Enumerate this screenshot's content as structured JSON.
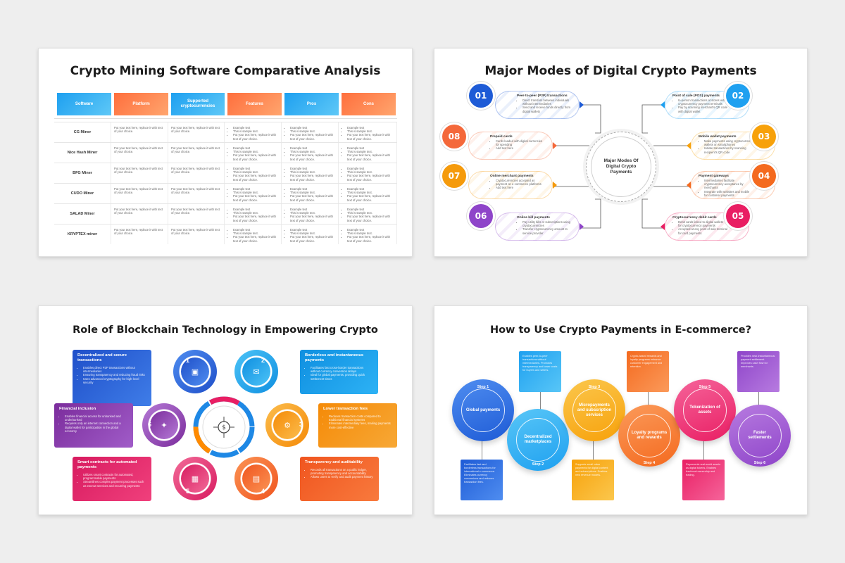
{
  "slide1": {
    "title": "Crypto Mining Software Comparative Analysis",
    "headers": [
      "Software",
      "Platform",
      "Supported cryptocurrencies",
      "Features",
      "Pros",
      "Cons"
    ],
    "placeholder": "Put your text here, replace it with text of your choice.",
    "bullets": [
      "Example text",
      "This is sample text.",
      "Put your text here, replace it with text of your choice."
    ],
    "rows": [
      "CG Miner",
      "Nice Hash Miner",
      "BFG Miner",
      "CUDO Miner",
      "SALAD Miner",
      "KRYPTEX miner"
    ]
  },
  "slide2": {
    "title": "Major Modes of Digital Crypto Payments",
    "center": "Major Modes Of Digital Crypto Payments",
    "modes": [
      {
        "num": "01",
        "head": "Peer-to-peer (P2P) transactions",
        "items": [
          "Direct transfers between individuals without intermediaries",
          "Send and receive funds directly from digital wallets"
        ]
      },
      {
        "num": "02",
        "head": "Point of sale (POS) payments",
        "items": [
          "In-person transactions at stores with cryptocurrency payment terminals",
          "Pay by scanning merchant's QR code with digital wallet"
        ]
      },
      {
        "num": "03",
        "head": "Mobile wallet payments",
        "items": [
          "Make payments using cryptocurrency wallets on smartphones",
          "Initiate transactions by scanning recipient's QR code"
        ]
      },
      {
        "num": "04",
        "head": "Payment gateways",
        "items": [
          "Intermediaries facilitate cryptocurrency acceptance by merchants",
          "Integrate with websites and mobile for customer payments"
        ]
      },
      {
        "num": "05",
        "head": "Cryptocurrency debit cards",
        "items": [
          "Debit cards linked to digital wallets for cryptocurrency payments",
          "Accepted at any point of sale terminal for card payments"
        ]
      },
      {
        "num": "06",
        "head": "Online bill payments",
        "items": [
          "Pay utility bills or subscriptions using cryptocurrencies",
          "Transfer cryptocurrency amount to service provider"
        ]
      },
      {
        "num": "07",
        "head": "Online merchant payments",
        "items": [
          "Cryptocurrencies accepted as payment on e-commerce platforms",
          "Add text here"
        ]
      },
      {
        "num": "08",
        "head": "Prepaid cards",
        "items": [
          "Cards loaded with digital currencies for spending",
          "Add text here"
        ]
      }
    ]
  },
  "slide3": {
    "title": "Role of Blockchain Technology in Empowering Crypto",
    "cards": [
      {
        "title": "Decentralized and secure transactions",
        "items": [
          "Enables direct P2P transactions without intermediaries",
          "Ensuring transparency and reducing fraud risks",
          "Uses advanced cryptography for high-level security"
        ]
      },
      {
        "title": "Financial inclusion",
        "items": [
          "Enables financial access for unbanked and underbanked",
          "Requires only an internet connection and a digital wallet for participation in the global economy"
        ]
      },
      {
        "title": "Smart contracts for automated payments",
        "items": [
          "Utilizes smart contracts for automated, programmable payments",
          "Streamlines complex payment processes such as escrow services and recurring payments"
        ]
      },
      {
        "title": "Borderless and instantaneous payments",
        "items": [
          "Facilitates fast cross-border transactions without currency conversion delays",
          "Ideal for global payments, providing quick settlement times"
        ]
      },
      {
        "title": "Lower transaction fees",
        "items": [
          "Reduces transaction costs compared to traditional financial systems",
          "Eliminates intermediary fees, making payments more cost-effective"
        ]
      },
      {
        "title": "Transparency and auditability",
        "items": [
          "Records all transactions on a public ledger, promoting transparency and accountability",
          "Allows users to verify and audit payment history"
        ]
      }
    ],
    "numbers": [
      "1",
      "2",
      "3",
      "4",
      "5",
      "6"
    ]
  },
  "slide4": {
    "title": "How to Use Crypto Payments in E-commerce?",
    "steps": [
      {
        "label": "Step 1",
        "name": "Global payments"
      },
      {
        "label": "Step 2",
        "name": "Decentralized marketplaces"
      },
      {
        "label": "Step 3",
        "name": "Micropayments and subscription services"
      },
      {
        "label": "Step 4",
        "name": "Loyalty programs and rewards"
      },
      {
        "label": "Step 5",
        "name": "Tokenization of assets"
      },
      {
        "label": "Step 6",
        "name": "Faster settlements"
      }
    ],
    "notes": [
      "Facilitates fast and borderless transactions for international e-commerce. Eliminates currency conversions and reduces transaction fees.",
      "Enables peer-to-peer transactions without intermediaries. Promotes transparency and lower costs for buyers and sellers.",
      "Supports small value payments for digital content and subscriptions. Enables new revenue models.",
      "Crypto-based rewards and loyalty programs enhance customer engagement and retention.",
      "Represents real-world assets as digital tokens. Enables fractional ownership and trading.",
      "Provides near-instantaneous payment settlement. Improves cash flow for merchants."
    ]
  }
}
